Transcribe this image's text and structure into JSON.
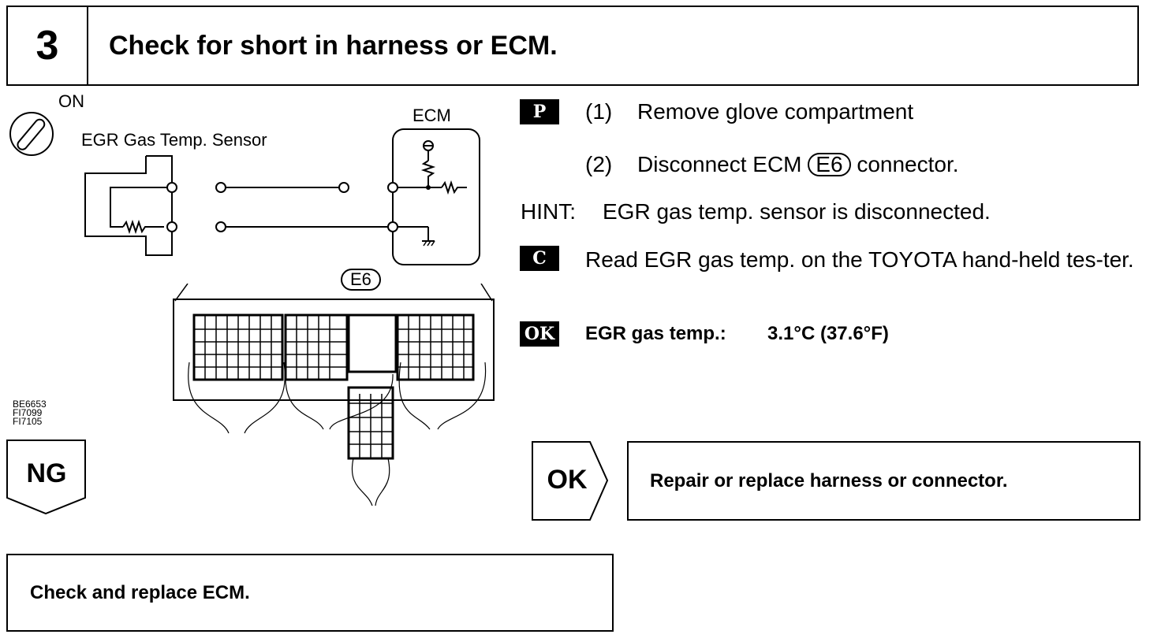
{
  "step": {
    "number": "3",
    "title": "Check for short in harness or ECM."
  },
  "diagram": {
    "switch_label": "ON",
    "sensor_label": "EGR Gas Temp. Sensor",
    "ecm_label": "ECM",
    "connector_label": "E6",
    "figure_codes": [
      "BE6653",
      "FI7099",
      "FI7105"
    ]
  },
  "procedure": {
    "p_badge": "P",
    "step1_num": "(1)",
    "step1_text": "Remove glove compartment",
    "step2_num": "(2)",
    "step2_pre": "Disconnect ECM",
    "step2_connector": "E6",
    "step2_post": "connector.",
    "hint_label": "HINT:",
    "hint_text": "EGR gas temp. sensor is disconnected.",
    "c_badge": "C",
    "c_text": "Read EGR gas temp. on the TOYOTA hand-held tes-ter.",
    "ok_badge": "OK",
    "ok_label": "EGR gas temp.:",
    "ok_value": "3.1°C (37.6°F)"
  },
  "results": {
    "ng_label": "NG",
    "ok_label": "OK",
    "ok_action": "Repair or replace harness or connector.",
    "ng_action": "Check and replace ECM."
  }
}
